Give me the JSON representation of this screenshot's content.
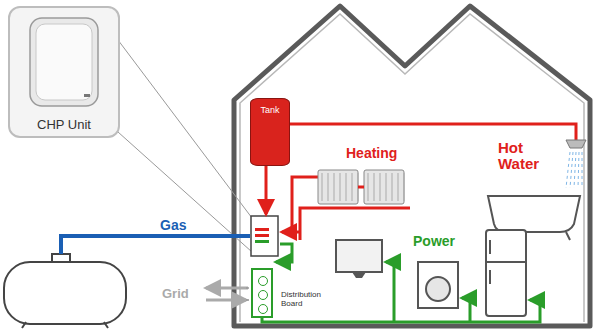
{
  "diagram": {
    "nodes": [
      {
        "text": [
          "CHP Unit"
        ]
      },
      {
        "text": [
          "Tank"
        ]
      },
      {
        "text": [
          "Distribution Board"
        ]
      }
    ],
    "labels": [
      "Heating",
      "Hot Water",
      "Gas",
      "Power",
      "Grid"
    ]
  }
}
